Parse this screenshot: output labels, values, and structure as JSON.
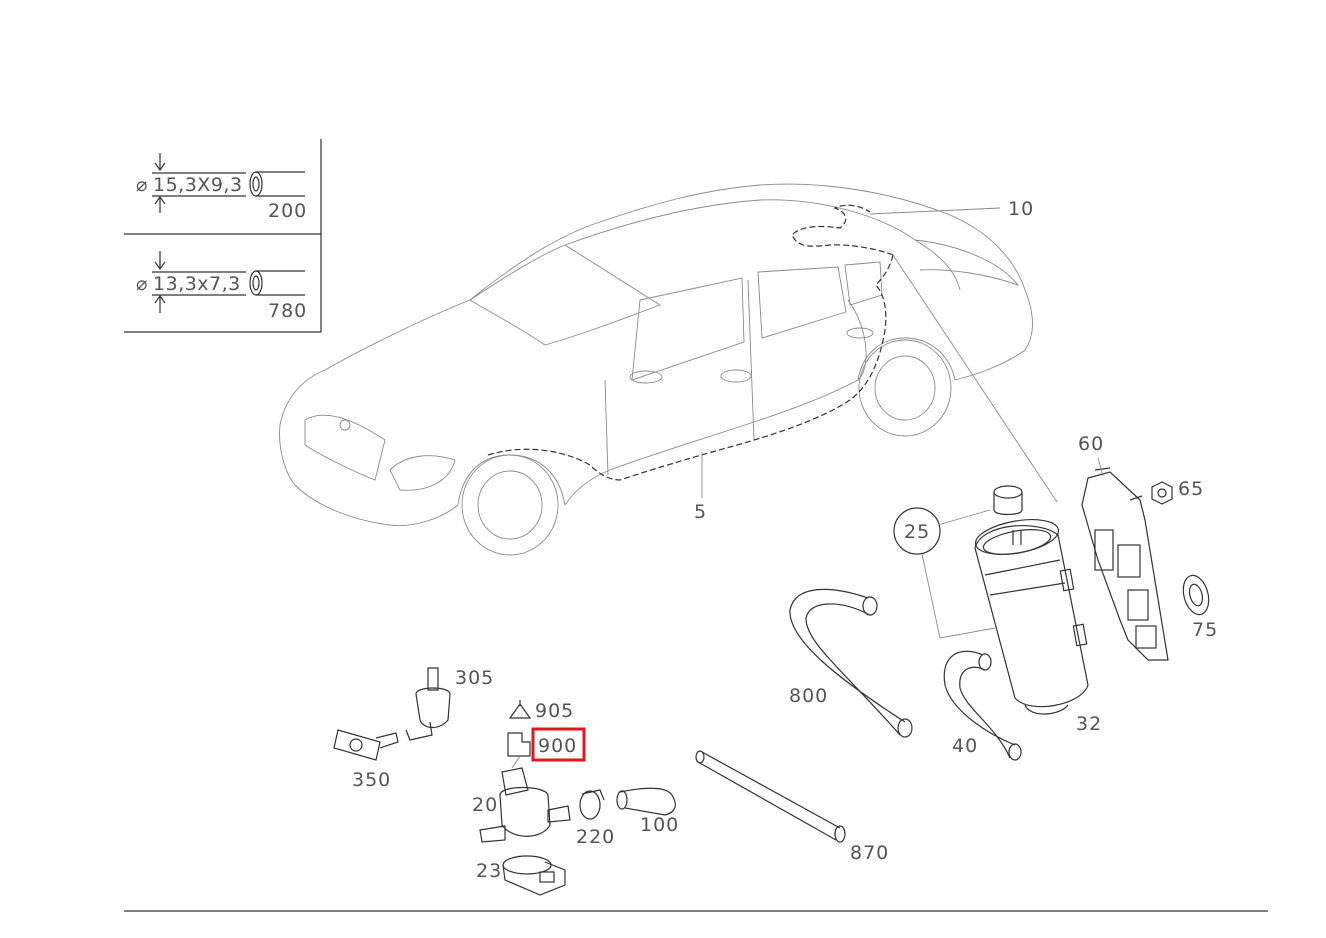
{
  "legend": {
    "rows": [
      {
        "diameter_symbol": "⌀",
        "dimension": "15,3X9,3",
        "part_number": "200"
      },
      {
        "diameter_symbol": "⌀",
        "dimension": "13,3x7,3",
        "part_number": "780"
      }
    ]
  },
  "callouts": {
    "c10": "10",
    "c5": "5",
    "c60": "60",
    "c65": "65",
    "c25": "25",
    "c75": "75",
    "c32": "32",
    "c800": "800",
    "c40": "40",
    "c305": "305",
    "c905": "905",
    "c900": "900",
    "c350": "350",
    "c20": "20",
    "c220": "220",
    "c100": "100",
    "c870": "870",
    "c23": "23"
  },
  "highlight": {
    "part": "900",
    "color": "#e8141b"
  },
  "colors": {
    "line": "#333333",
    "faint_line": "#8a8a8a",
    "label": "#555555"
  }
}
